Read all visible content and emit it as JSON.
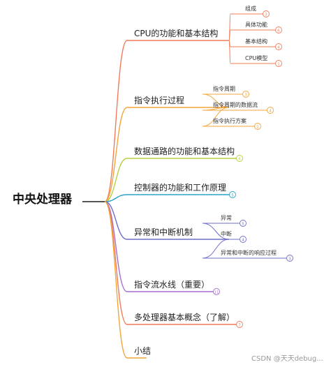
{
  "root": "中央处理器",
  "branches": [
    {
      "label": "CPU的功能和基本结构",
      "color": "#f07c5a",
      "children": [
        {
          "label": "组成",
          "badge": "3"
        },
        {
          "label": "具体功能",
          "badge": "6"
        },
        {
          "label": "基本结构",
          "badge": "4"
        },
        {
          "label": "CPU模型",
          "badge": "1"
        }
      ]
    },
    {
      "label": "指令执行过程",
      "color": "#f3a53b",
      "children": [
        {
          "label": "指令周期",
          "badge": "3"
        },
        {
          "label": "指令周期的数据流",
          "badge": "4"
        },
        {
          "label": "指令执行方案",
          "badge": "2"
        }
      ]
    },
    {
      "label": "数据通路的功能和基本结构",
      "color": "#b5cf3f",
      "badge": "6",
      "children": []
    },
    {
      "label": "控制器的功能和工作原理",
      "color": "#29a3c6",
      "badge": "5",
      "children": []
    },
    {
      "label": "异常和中断机制",
      "color": "#6f6fc9",
      "children": [
        {
          "label": "异常",
          "badge": "5"
        },
        {
          "label": "中断",
          "badge": "4"
        },
        {
          "label": "异常和中断的响应过程",
          "badge": "3"
        }
      ]
    },
    {
      "label": "指令流水线（重要）",
      "color": "#a66fcf",
      "badge": "11",
      "children": []
    },
    {
      "label": "多处理器基本概念（了解）",
      "color": "#f07c5a",
      "badge": "7",
      "children": []
    },
    {
      "label": "小结",
      "color": "#f3a53b",
      "children": []
    }
  ],
  "watermark": "CSDN @天天debug..."
}
